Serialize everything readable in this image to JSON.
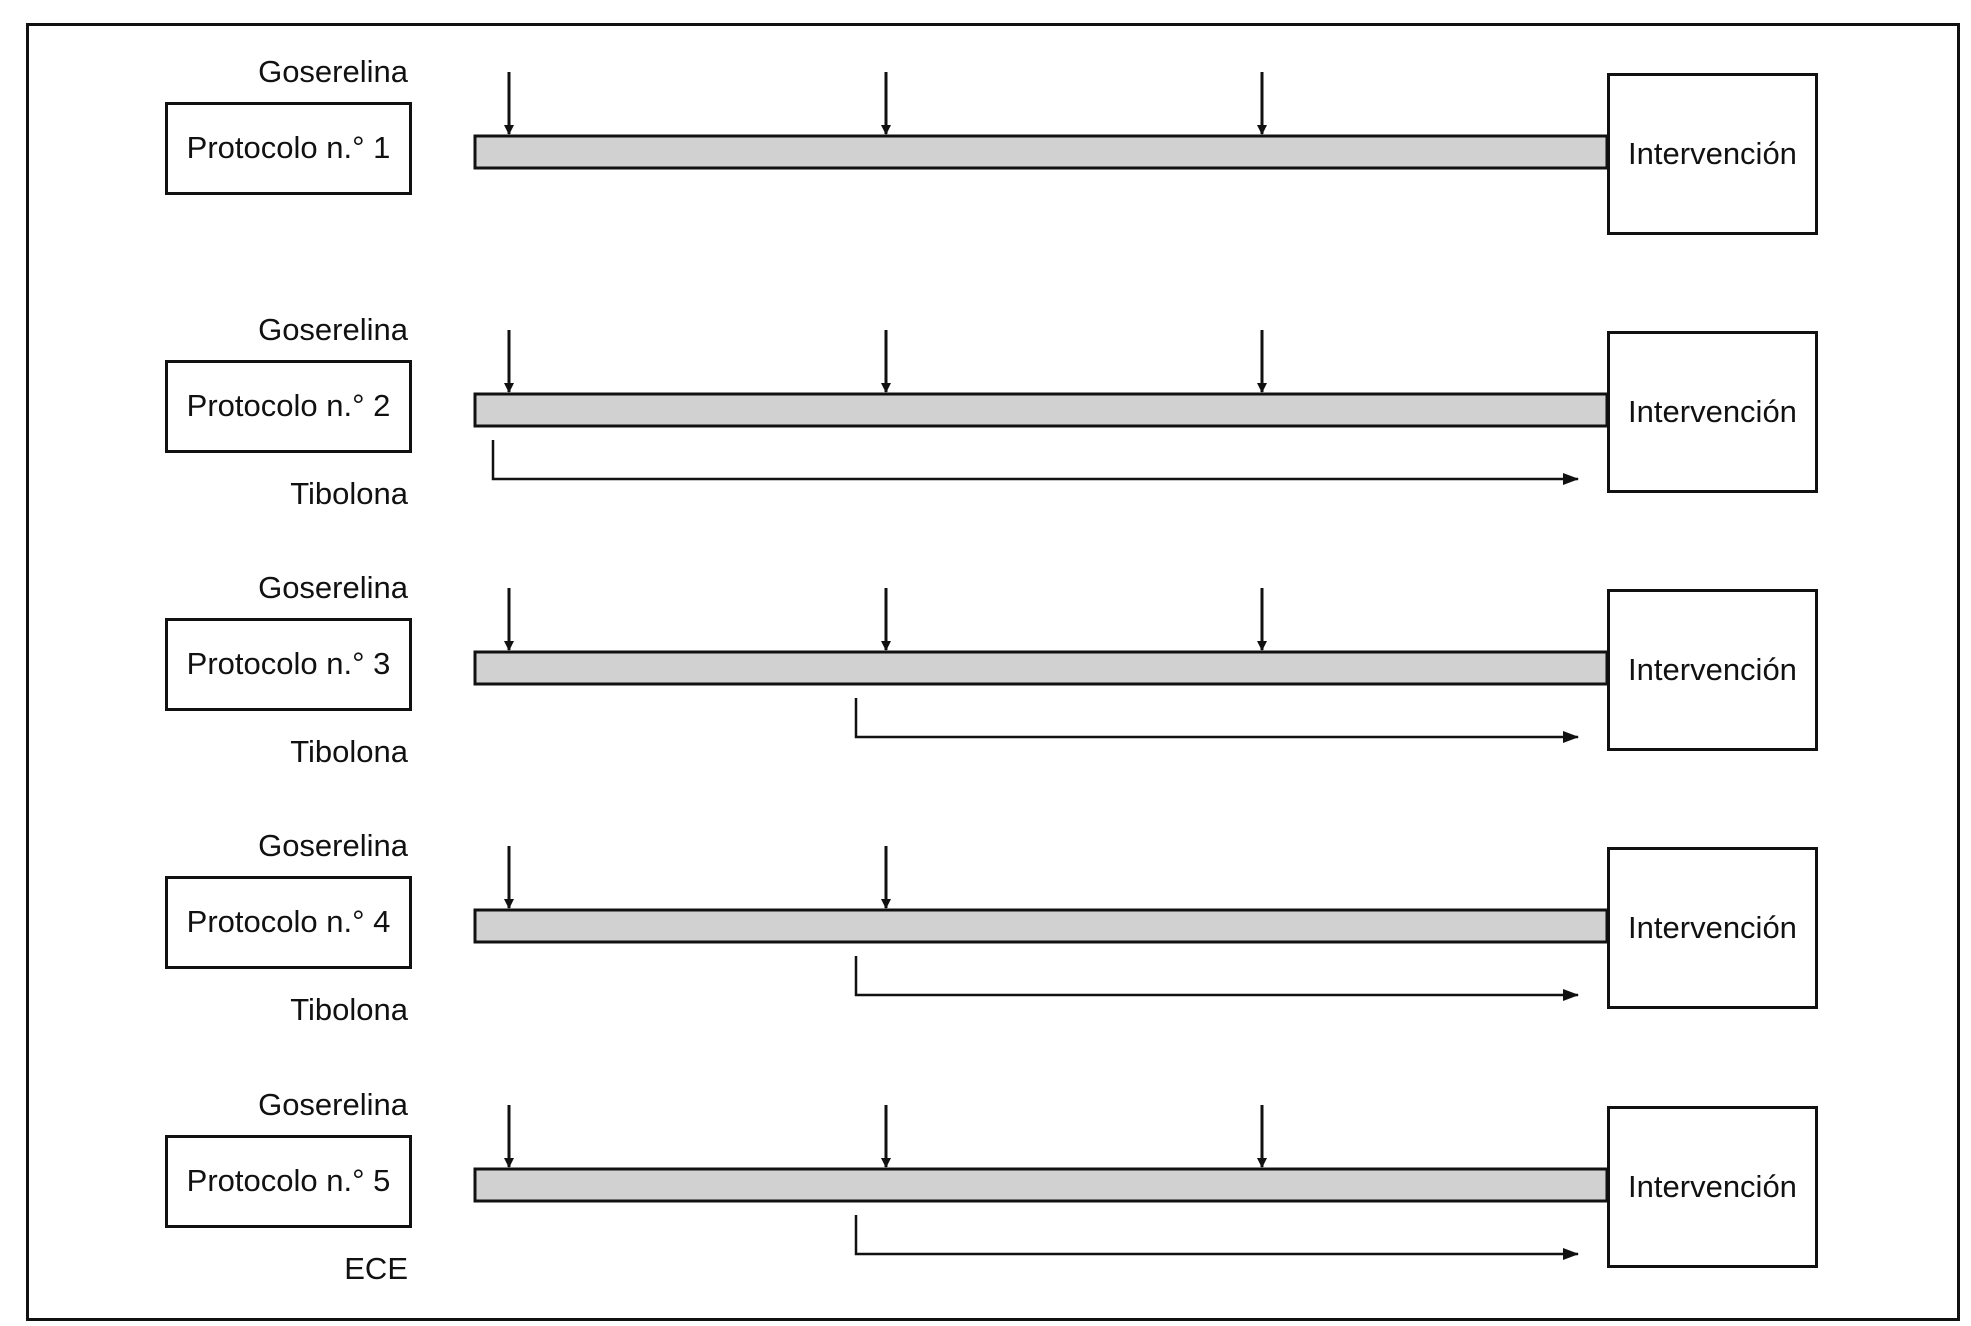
{
  "colors": {
    "stroke": "#111111",
    "bar_fill": "#d1d1d1",
    "background": "#ffffff"
  },
  "protocols": [
    {
      "name": "Protocolo n.° 1",
      "top_label": "Goserelina",
      "goserelina_doses": 3,
      "bottom_label": "",
      "bottom_arrow_start": "none",
      "end_box": "Intervención"
    },
    {
      "name": "Protocolo n.° 2",
      "top_label": "Goserelina",
      "goserelina_doses": 3,
      "bottom_label": "Tibolona",
      "bottom_arrow_start": "dose-1",
      "end_box": "Intervención"
    },
    {
      "name": "Protocolo n.° 3",
      "top_label": "Goserelina",
      "goserelina_doses": 3,
      "bottom_label": "Tibolona",
      "bottom_arrow_start": "dose-2",
      "end_box": "Intervención"
    },
    {
      "name": "Protocolo n.° 4",
      "top_label": "Goserelina",
      "goserelina_doses": 2,
      "bottom_label": "Tibolona",
      "bottom_arrow_start": "dose-2",
      "end_box": "Intervención"
    },
    {
      "name": "Protocolo n.° 5",
      "top_label": "Goserelina",
      "goserelina_doses": 3,
      "bottom_label": "ECE",
      "bottom_arrow_start": "dose-2",
      "end_box": "Intervención"
    }
  ]
}
